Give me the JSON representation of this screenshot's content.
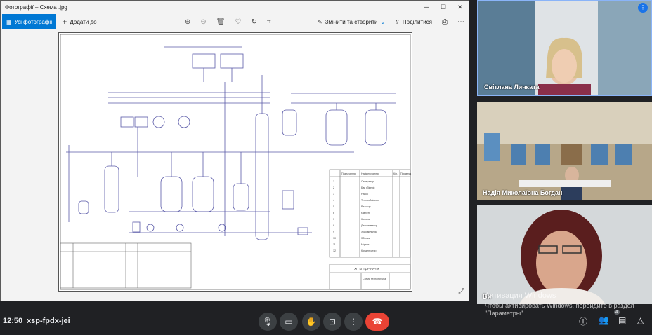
{
  "window": {
    "title": "Фотографії – Схема .jpg",
    "minimize": "─",
    "maximize": "☐",
    "close": "✕"
  },
  "toolbar": {
    "all_photos_label": "Усі фотографії",
    "add_label": "Додати до",
    "edit_label": "Змінити та створити",
    "share_label": "Поділитися"
  },
  "drawing": {
    "spec_headers": [
      "Позначення",
      "Найменування",
      "Кіл.",
      "Примітка"
    ],
    "spec_rows": [
      [
        "1",
        "Сепаратор",
        "",
        ""
      ],
      [
        "2",
        "Бак збірний",
        "",
        ""
      ],
      [
        "3",
        "Насос",
        "",
        ""
      ],
      [
        "4",
        "Теплообмінник",
        "",
        ""
      ],
      [
        "5",
        "Реактор",
        "",
        ""
      ],
      [
        "6",
        "Ємність",
        "",
        ""
      ],
      [
        "7",
        "Колона",
        "",
        ""
      ],
      [
        "8",
        "Дефлегматор",
        "",
        ""
      ],
      [
        "9",
        "Холодильник",
        "",
        ""
      ],
      [
        "10",
        "Збірник",
        "",
        ""
      ],
      [
        "11",
        "Мірник",
        "",
        ""
      ],
      [
        "12",
        "Конденсатор",
        "",
        ""
      ]
    ],
    "stamp_title": "ХП КПІ ДР ІФ–ПК",
    "stamp_sub": "Схема технологічна"
  },
  "participants": [
    {
      "name": "Світлана Личката"
    },
    {
      "name": "Надія Миколаївна Богдан"
    },
    {
      "name": "Ви"
    }
  ],
  "watermark": {
    "line1": "Активация Windows",
    "line2": "Чтобы активировать Windows, перейдите в раздел \"Параметры\"."
  },
  "meeting": {
    "time": "12:50",
    "code": "xsp-fpdx-jei",
    "participant_count": "4"
  },
  "colors": {
    "accent": "#0078d4",
    "end_call": "#ea4335",
    "meet_bg": "#202124"
  }
}
